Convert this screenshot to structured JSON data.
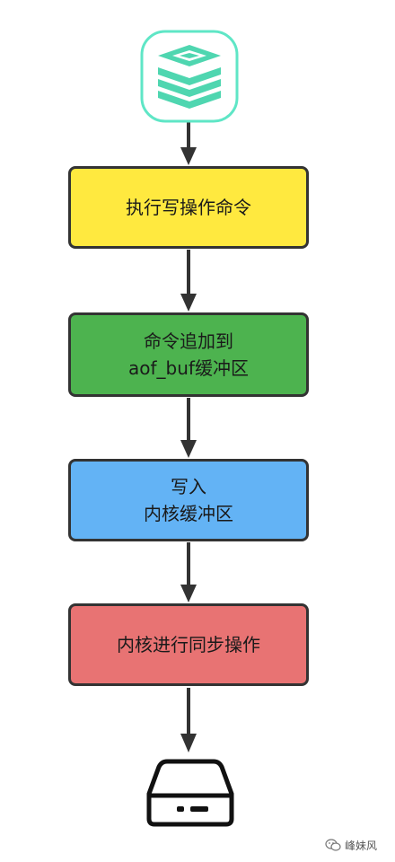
{
  "diagram": {
    "colors": {
      "border": "#333333",
      "arrow": "#333333",
      "redis_outline": "#5fe6c6",
      "redis_layers": "#4fd6b0"
    },
    "top_icon": "redis-logo-icon",
    "bottom_icon": "disk-drive-icon",
    "steps": [
      {
        "lines": [
          "执行写操作命令"
        ],
        "color": "#ffe93f"
      },
      {
        "lines": [
          "命令追加到",
          "aof_buf缓冲区"
        ],
        "color": "#4db34f"
      },
      {
        "lines": [
          "写入",
          "内核缓冲区"
        ],
        "color": "#63b3f5"
      },
      {
        "lines": [
          "内核进行同步操作"
        ],
        "color": "#e87373"
      }
    ]
  },
  "watermark": {
    "icon": "wechat-icon",
    "text": "峰妹风"
  }
}
